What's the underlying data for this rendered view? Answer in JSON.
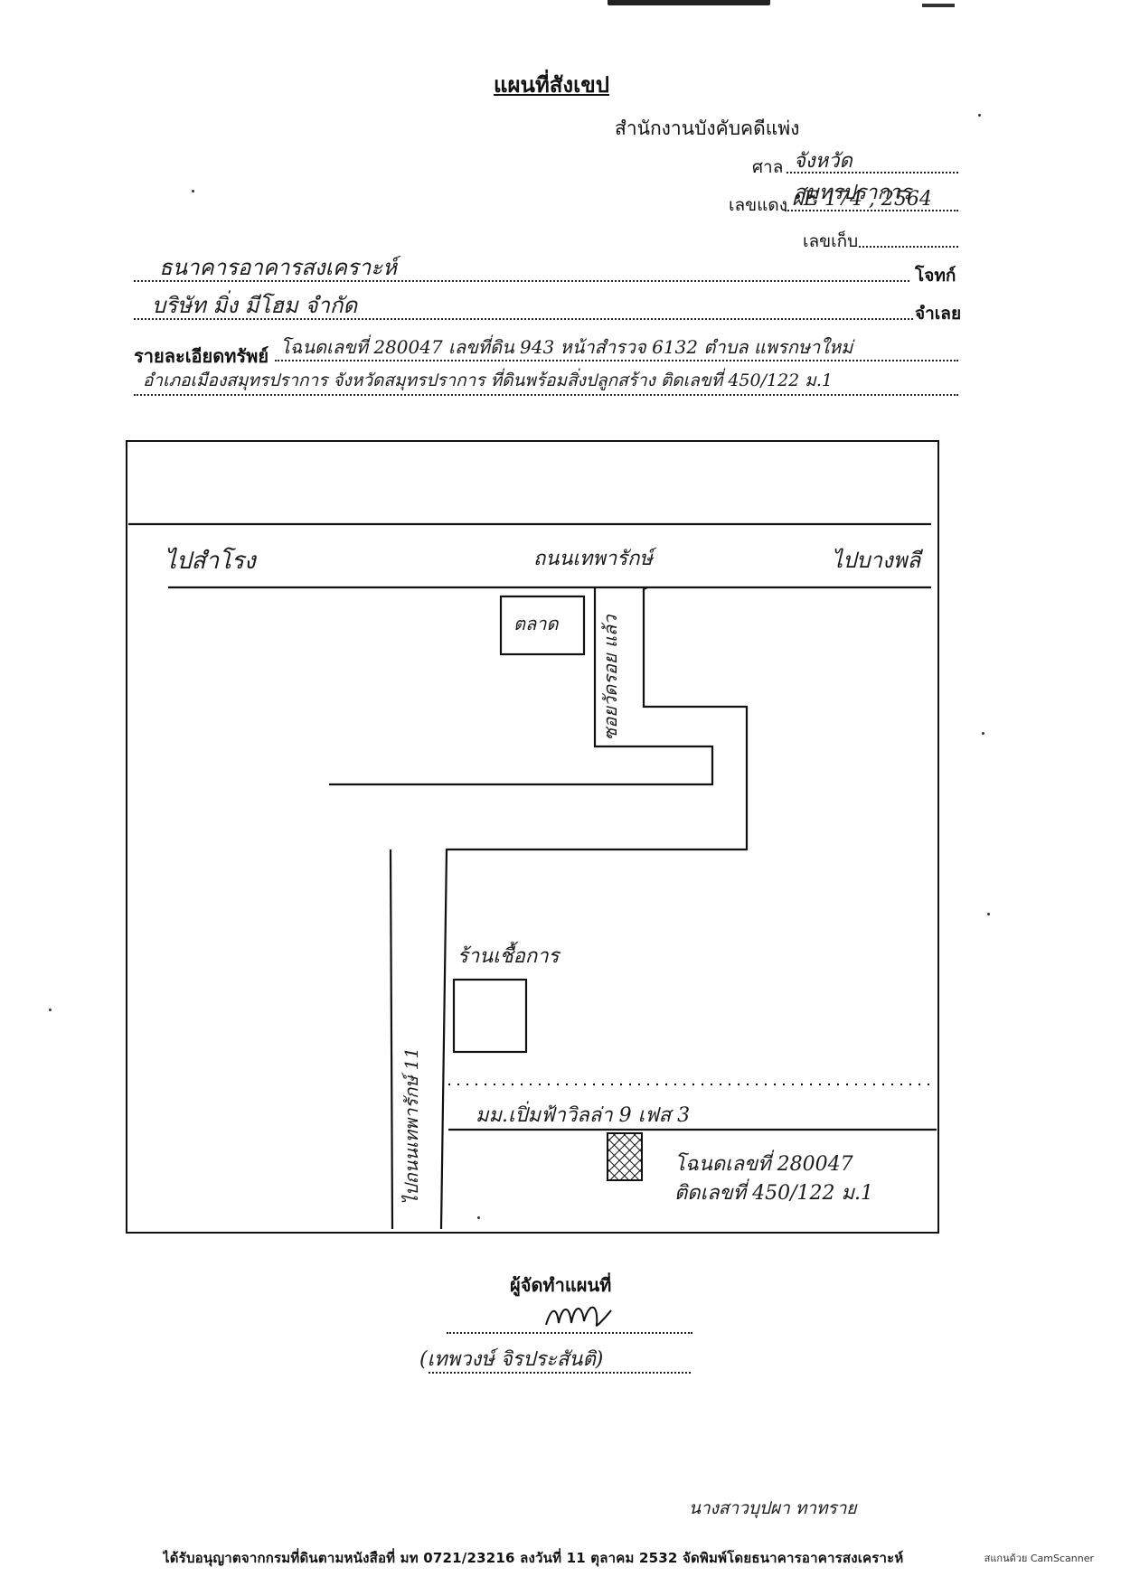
{
  "header": {
    "title": "แผนที่สังเขป",
    "office": "สำนักงานบังคับคดีแพ่ง",
    "court_label": "ศาล",
    "court_value": "จังหวัดสมุทรปราการ",
    "red_no_label": "เลขแดง",
    "red_no_value": "ผE 174 , 2564",
    "storage_no_label": "เลขเก็บ"
  },
  "parties": {
    "plaintiff_value": "ธนาคารอาคารสงเคราะห์",
    "plaintiff_label": "โจทก์",
    "defendant_value": "บริษัท มิ่ง มีโฮม จำกัด",
    "defendant_label": "จำเลย"
  },
  "property": {
    "label": "รายละเอียดทรัพย์",
    "line1": "โฉนดเลขที่ 280047 เลขที่ดิน 943 หน้าสำรวจ 6132 ตำบล แพรกษาใหม่",
    "line2": "อำเภอเมืองสมุทรปราการ จังหวัดสมุทรปราการ ที่ดินพร้อมสิ่งปลูกสร้าง ติดเลขที่ 450/122 ม.1"
  },
  "map": {
    "to_left": "ไปสำโรง",
    "main_road": "ถนนเทพารักษ์",
    "to_right": "ไปบางพลี",
    "market": "ตลาด",
    "soi": "ซอยวัดรอย แล้ว",
    "village_road": "ไปถนนเทพารักษ์ 11",
    "shop": "ร้านเชื้อการ",
    "village": "มม.เปิ่มฟ้าวิลล่า 9 เฟส 3",
    "deed_line": "โฉนดเลขที่ 280047",
    "house_line": "ติดเลขที่ 450/122 ม.1"
  },
  "signature": {
    "label": "ผู้จัดทำแผนที่",
    "sign_name": "(เทพวงษ์ จิรประสันติ)"
  },
  "footer": {
    "officer": "นางสาวบุปผา ทาทราย",
    "print_line": "ได้รับอนุญาตจากกรมที่ดินตามหนังสือที่ มท 0721/23216 ลงวันที่ 11 ตุลาคม 2532 จัดพิมพ์โดยธนาคารอาคารสงเคราะห์",
    "scanner": "สแกนด้วย CamScanner"
  },
  "colors": {
    "ink": "#111111",
    "paper": "#ffffff"
  }
}
